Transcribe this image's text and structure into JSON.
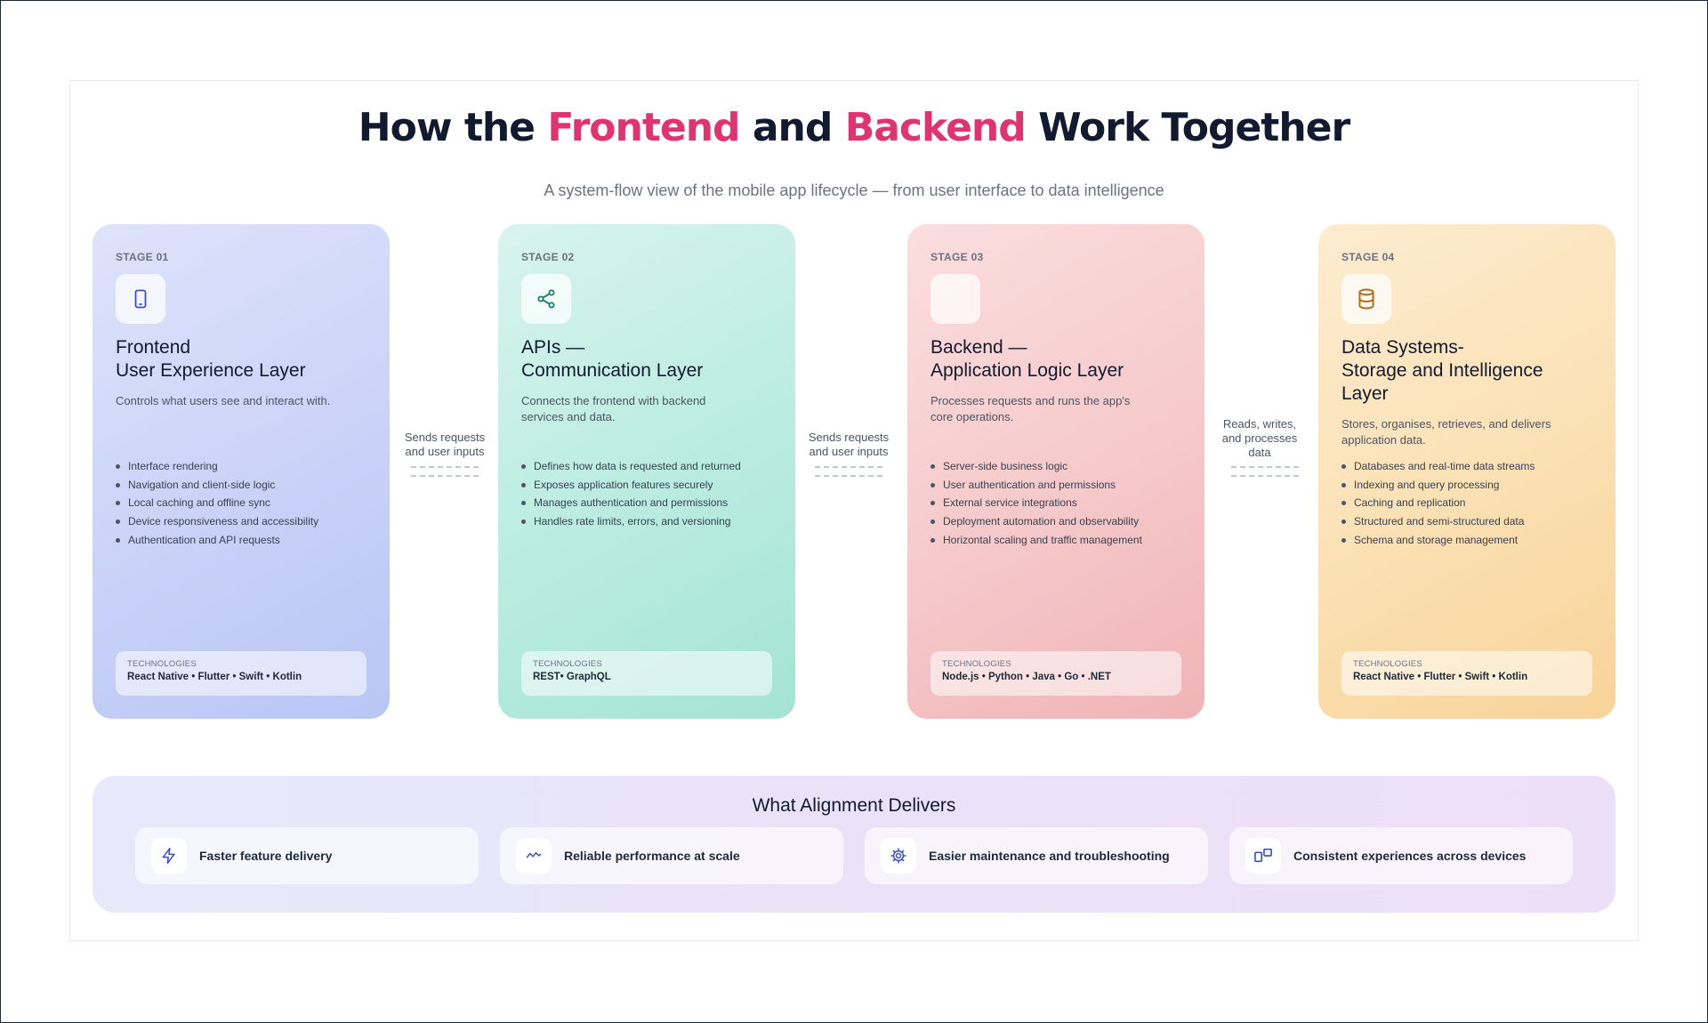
{
  "header": {
    "title_part1": "How the ",
    "title_accent1": "Frontend",
    "title_part2": " and ",
    "title_accent2": "Backend",
    "title_part3": " Work Together",
    "subtitle": "A system-flow view of the mobile app lifecycle — from user interface to data intelligence"
  },
  "stages": [
    {
      "stage": "STAGE 01",
      "icon": "smartphone-icon",
      "title_line1": "Frontend",
      "title_line2": "User Experience Layer",
      "description": "Controls what users see and interact with.",
      "bullets": [
        "Interface rendering",
        "Navigation and client-side logic",
        "Local caching and offline sync",
        "Device responsiveness and accessibility",
        "Authentication and API requests"
      ],
      "tech_label": "TECHNOLOGIES",
      "tech_value": "React Native • Flutter • Swift • Kotlin"
    },
    {
      "stage": "STAGE 02",
      "icon": "share-nodes-icon",
      "title_line1": "APIs —",
      "title_line2": "Communication Layer",
      "description": "Connects the frontend with backend services and data.",
      "bullets": [
        "Defines how data is requested and returned",
        "Exposes application features securely",
        "Manages authentication and permissions",
        "Handles rate limits, errors, and versioning"
      ],
      "tech_label": "TECHNOLOGIES",
      "tech_value": "REST• GraphQL"
    },
    {
      "stage": "STAGE 03",
      "icon": "blank-icon",
      "title_line1": "Backend —",
      "title_line2": "Application Logic Layer",
      "description": "Processes requests and runs the app's core operations.",
      "bullets": [
        "Server-side business logic",
        "User authentication and permissions",
        "External service integrations",
        "Deployment automation and observability",
        "Horizontal scaling and traffic management"
      ],
      "tech_label": "TECHNOLOGIES",
      "tech_value": "Node.js • Python • Java • Go • .NET"
    },
    {
      "stage": "STAGE 04",
      "icon": "database-icon",
      "title_line1": "Data Systems-",
      "title_line2": "Storage and Intelligence Layer",
      "description": "Stores, organises, retrieves, and delivers application data.",
      "bullets": [
        "Databases and real-time data streams",
        "Indexing and query processing",
        "Caching and replication",
        "Structured and semi-structured data",
        "Schema and storage management"
      ],
      "tech_label": "TECHNOLOGIES",
      "tech_value": "React Native • Flutter • Swift • Kotlin"
    }
  ],
  "connectors": [
    {
      "line1": "Sends requests",
      "line2": "and user inputs"
    },
    {
      "line1": "Sends requests",
      "line2": "and user inputs"
    },
    {
      "line1": "Reads, writes,",
      "line2": "and processes",
      "line3": "data"
    }
  ],
  "alignment": {
    "title": "What Alignment Delivers",
    "items": [
      {
        "icon": "lightning-icon",
        "label": "Faster feature delivery"
      },
      {
        "icon": "activity-icon",
        "label": "Reliable performance at scale"
      },
      {
        "icon": "gear-icon",
        "label": "Easier maintenance and troubleshooting"
      },
      {
        "icon": "devices-icon",
        "label": "Consistent experiences across devices"
      }
    ]
  },
  "colors": {
    "accent": "#e0336f",
    "heading": "#111a2e",
    "stage1": "#c9d2f8",
    "stage2": "#b9ecdf",
    "stage3": "#f6c9ca",
    "stage4": "#fbe0b3"
  }
}
